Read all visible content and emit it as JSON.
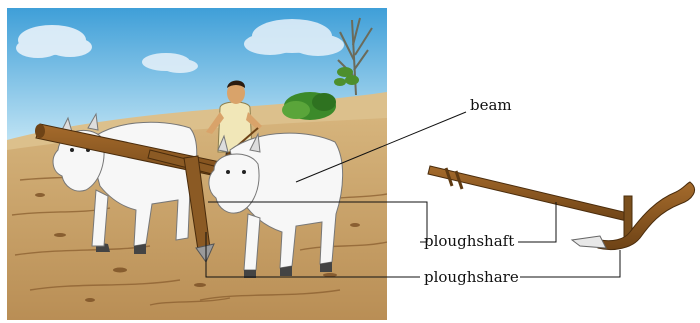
{
  "figure": {
    "labels": {
      "beam": "beam",
      "ploughshaft": "ploughshaft",
      "ploughshare": "ploughshare"
    },
    "colors": {
      "sky_top": "#3f9fd8",
      "sky_bottom": "#bfe3f4",
      "soil": "#c8a56e",
      "soil_dark": "#8a5e2f",
      "ox": "#f7f7f7",
      "wood": "#8b5a24",
      "wood_dark": "#5e3a12",
      "farmer_shirt": "#f1e7b8",
      "leader_line": "#111111"
    },
    "icons": {
      "scene": "ploughing-scene-illustration",
      "plough": "plough-tool-illustration"
    }
  }
}
